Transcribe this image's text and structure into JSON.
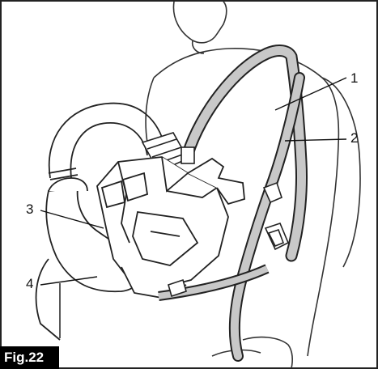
{
  "figure": {
    "label": "Fig.22",
    "callouts": [
      "1",
      "2",
      "3",
      "4"
    ],
    "colors": {
      "ink": "#111111",
      "strap": "#c8c8c8",
      "line_art_fill": "#ffffff",
      "label_bg": "#000000",
      "label_text": "#ffffff"
    }
  }
}
